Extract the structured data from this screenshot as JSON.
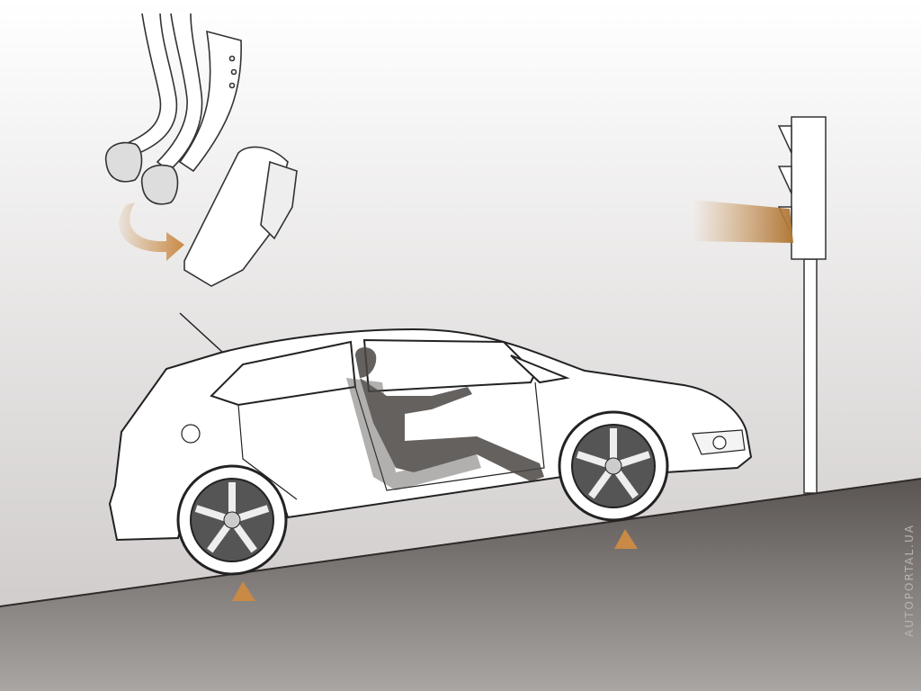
{
  "watermark": "AUTOPORTAL.UA",
  "colors": {
    "accent": "#c98a45",
    "ground": "#5f5a57",
    "background_top": "#ffffff",
    "background_bottom": "#cfcccb",
    "silhouette": "#4a4644"
  },
  "icons": [
    "pedal-clutch",
    "pedal-brake",
    "pedal-accelerator",
    "curved-arrow",
    "traffic-light",
    "car",
    "driver-silhouette",
    "wheel-marker"
  ]
}
